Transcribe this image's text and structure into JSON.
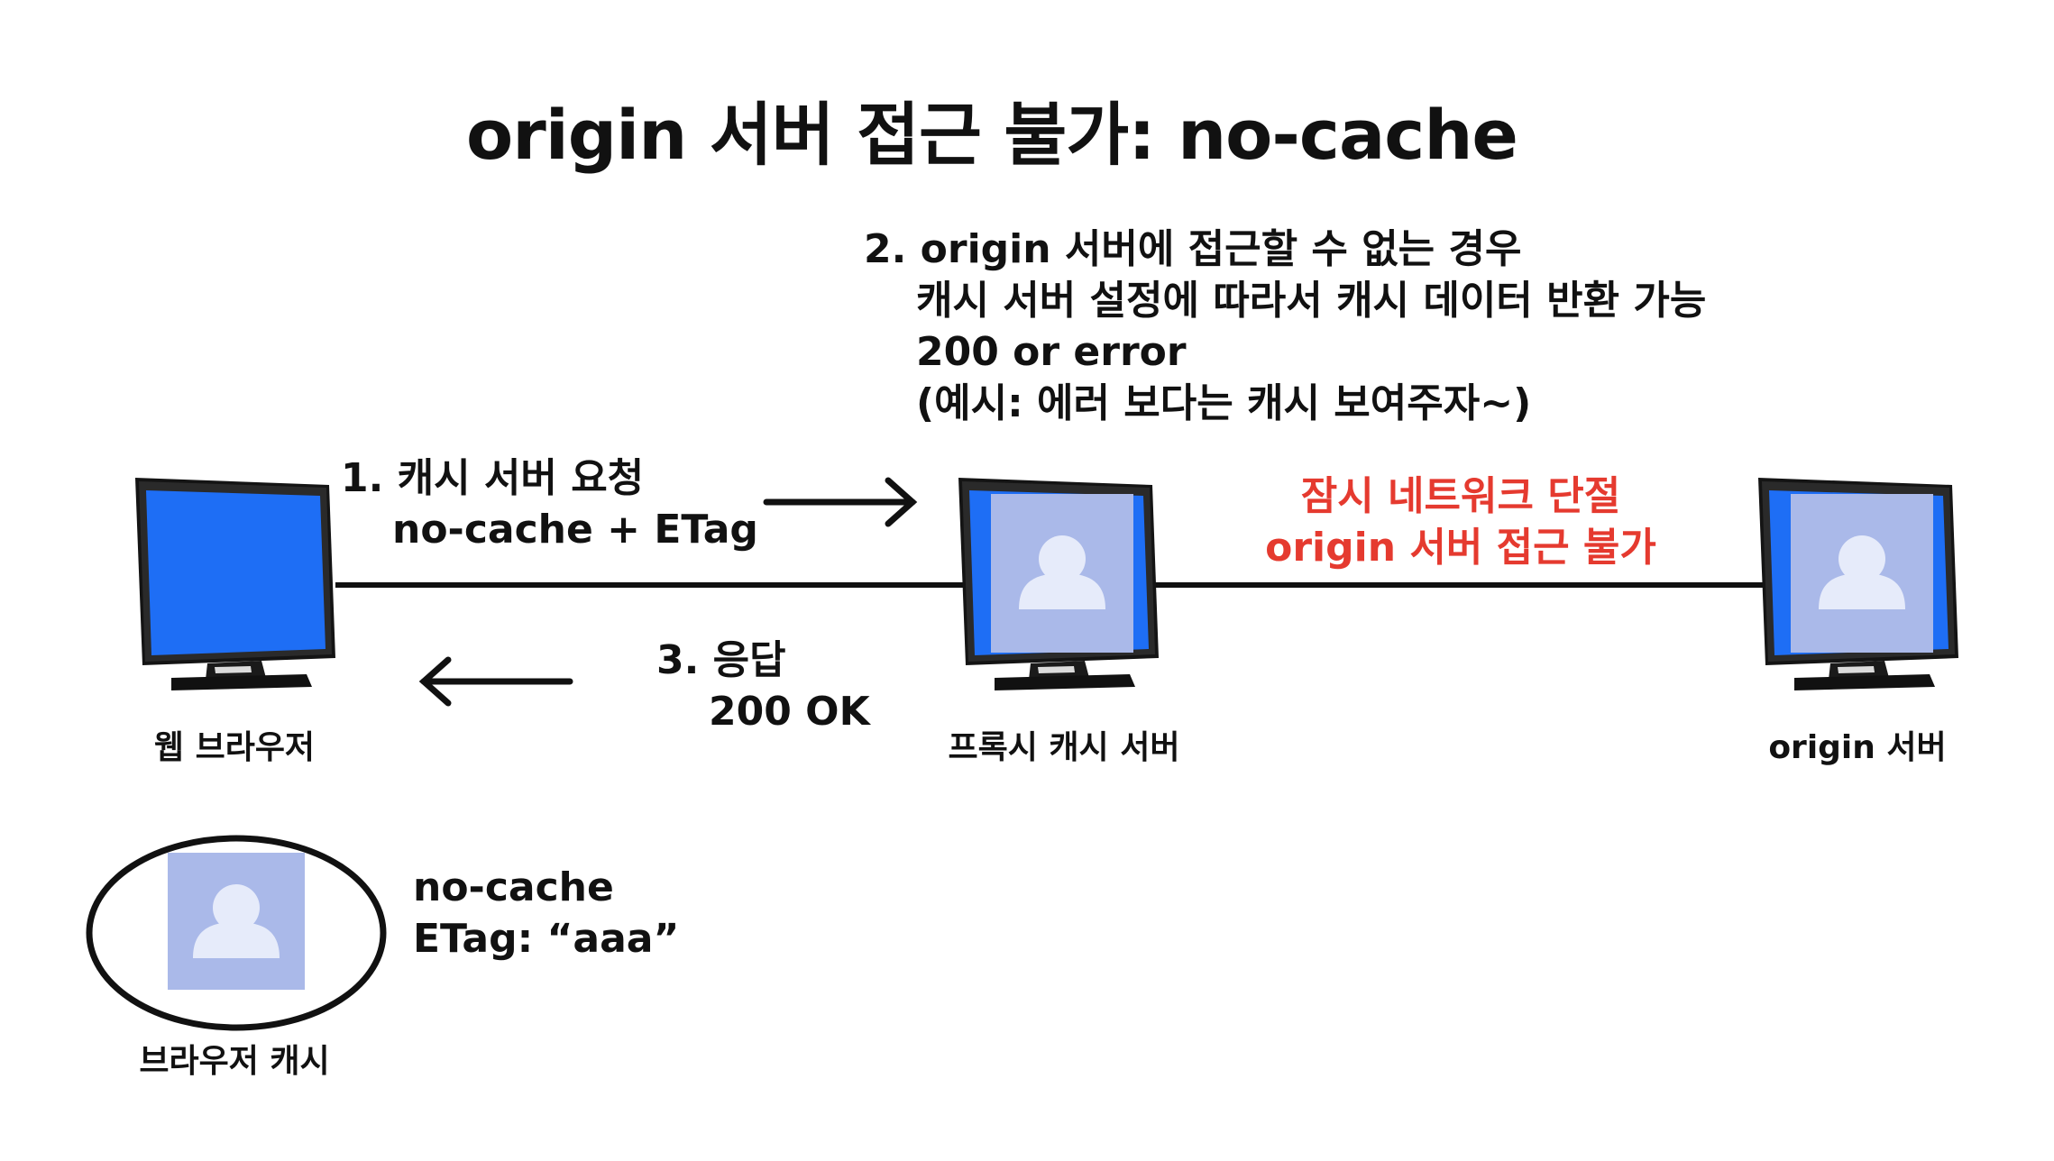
{
  "title": "origin 서버 접근 불가: no-cache",
  "nodes": {
    "browser": {
      "label": "웹 브라우저"
    },
    "proxy": {
      "label": "프록시 캐시 서버"
    },
    "origin": {
      "label": "origin 서버"
    },
    "browser_cache": {
      "label": "브라우저 캐시"
    }
  },
  "steps": {
    "request": {
      "line1": "1. 캐시 서버 요청",
      "line2": "no-cache + ETag"
    },
    "proxy_note": {
      "line1": "2. origin 서버에 접근할 수 없는 경우",
      "line2": "캐시 서버 설정에 따라서 캐시 데이터 반환 가능",
      "line3": "200 or error",
      "line4": "(예시: 에러 보다는 캐시 보여주자~)"
    },
    "response": {
      "line1": "3. 응답",
      "line2": "200 OK"
    }
  },
  "network_error": {
    "line1": "잠시 네트워크 단절",
    "line2": "origin 서버 접근 불가"
  },
  "cache_info": {
    "line1": "no-cache",
    "line2": "ETag: “aaa”"
  },
  "colors": {
    "screen_blue": "#1e6ef5",
    "placeholder": "#aab9e9",
    "error_red": "#e53a2f",
    "ink": "#111111"
  },
  "icons": [
    "monitor-icon",
    "user-placeholder-icon",
    "arrow-right-icon",
    "arrow-left-icon"
  ]
}
